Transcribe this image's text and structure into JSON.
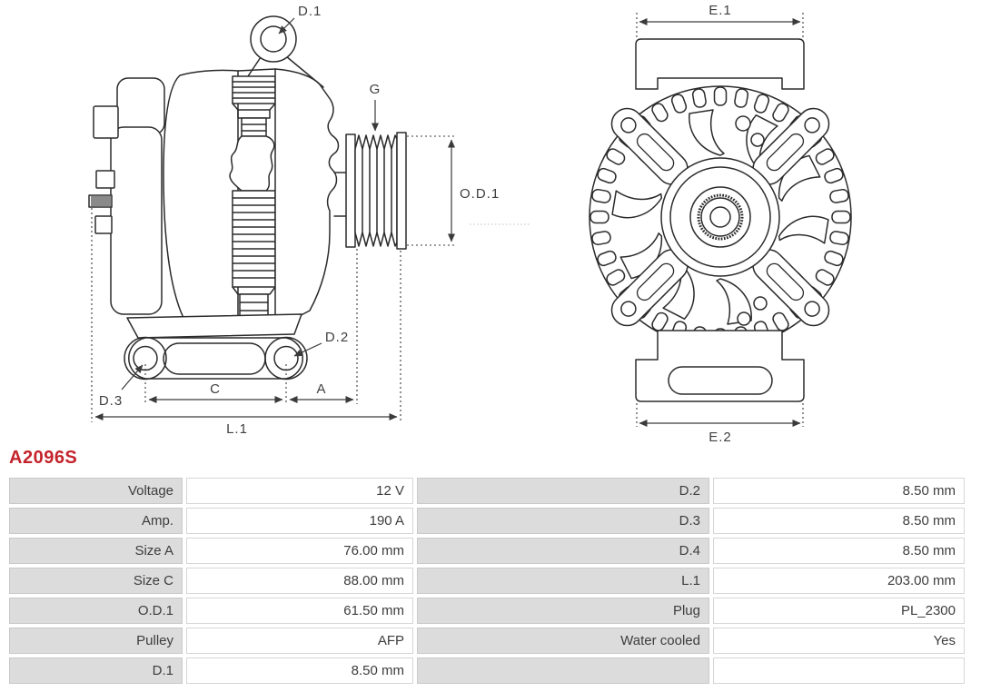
{
  "part": {
    "number": "A2096S"
  },
  "colors": {
    "part_number_red": "#c4232b",
    "table_label_bg": "#dcdcdc",
    "drawing_line": "#2b2b2b"
  },
  "diagram": {
    "side": {
      "d1": "D.1",
      "g": "G",
      "od1": "O.D.1",
      "d2": "D.2",
      "d3": "D.3",
      "c": "C",
      "a": "A",
      "l1": "L.1"
    },
    "front": {
      "e1": "E.1",
      "e2": "E.2"
    }
  },
  "specs": {
    "left": [
      {
        "label": "Voltage",
        "value": "12 V"
      },
      {
        "label": "Amp.",
        "value": "190 A"
      },
      {
        "label": "Size A",
        "value": "76.00 mm"
      },
      {
        "label": "Size C",
        "value": "88.00 mm"
      },
      {
        "label": "O.D.1",
        "value": "61.50 mm"
      },
      {
        "label": "Pulley",
        "value": "AFP"
      },
      {
        "label": "D.1",
        "value": "8.50 mm"
      }
    ],
    "right": [
      {
        "label": "D.2",
        "value": "8.50 mm"
      },
      {
        "label": "D.3",
        "value": "8.50 mm"
      },
      {
        "label": "D.4",
        "value": "8.50 mm"
      },
      {
        "label": "L.1",
        "value": "203.00 mm"
      },
      {
        "label": "Plug",
        "value": "PL_2300"
      },
      {
        "label": "Water cooled",
        "value": "Yes"
      },
      {
        "label": "",
        "value": ""
      }
    ]
  }
}
